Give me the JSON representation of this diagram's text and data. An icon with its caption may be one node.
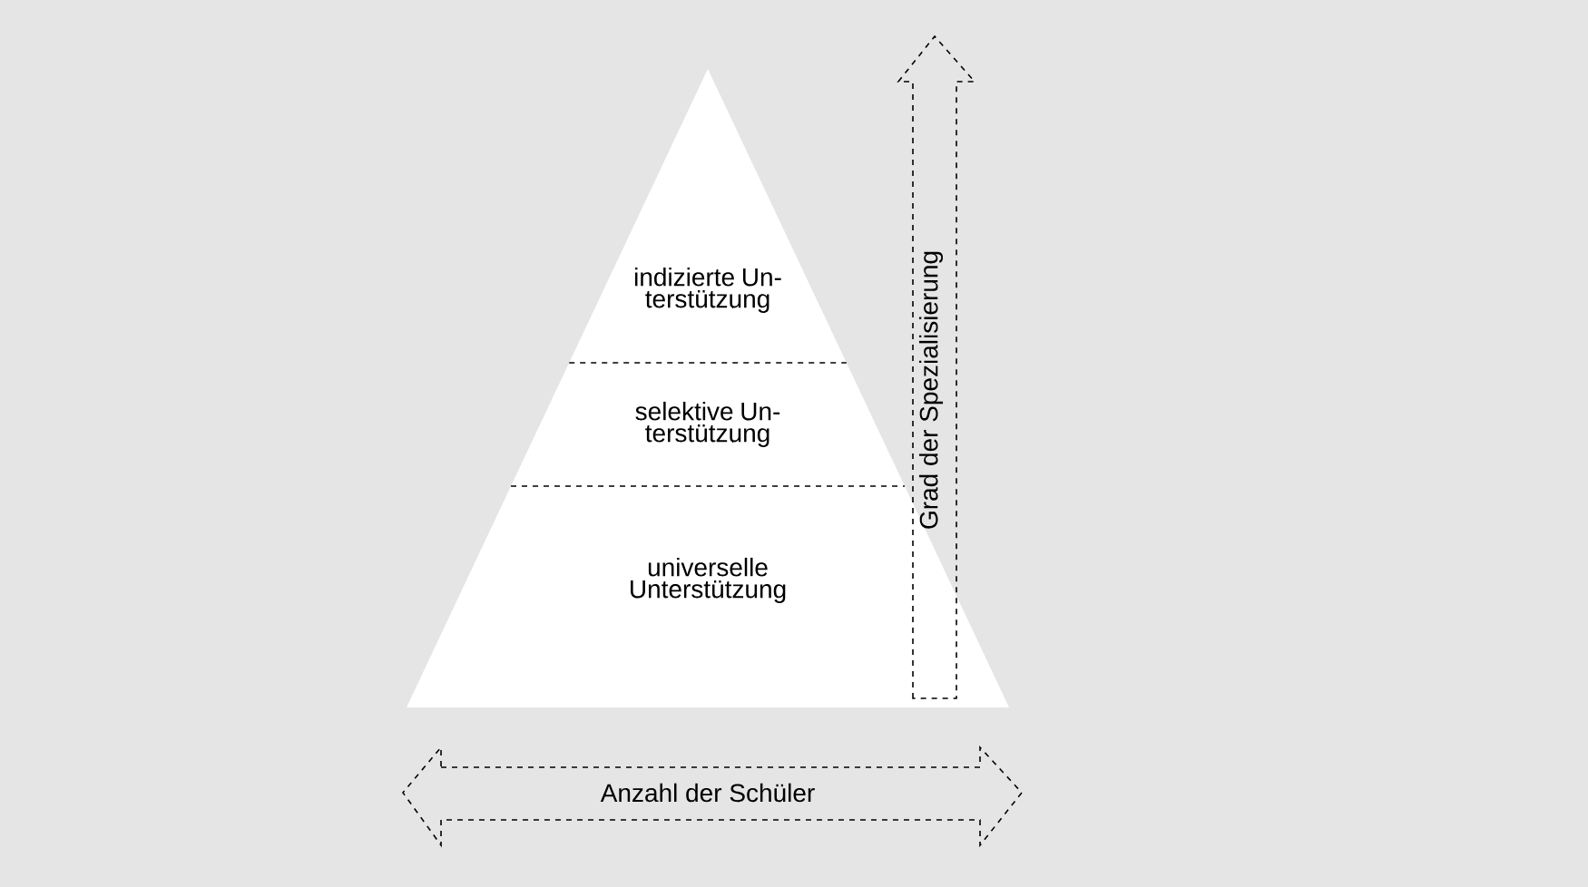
{
  "diagram": {
    "nodes": [
      {
        "text": [
          "indizierte Un-terstützung"
        ]
      },
      {
        "text": [
          "selektive Un-terstützung"
        ]
      },
      {
        "text": [
          "universelle Unterstützung"
        ]
      },
      {
        "text": [
          "Anzahl der Schüler"
        ]
      },
      {
        "text": [
          "Grad der Spezialisierung"
        ]
      }
    ]
  }
}
